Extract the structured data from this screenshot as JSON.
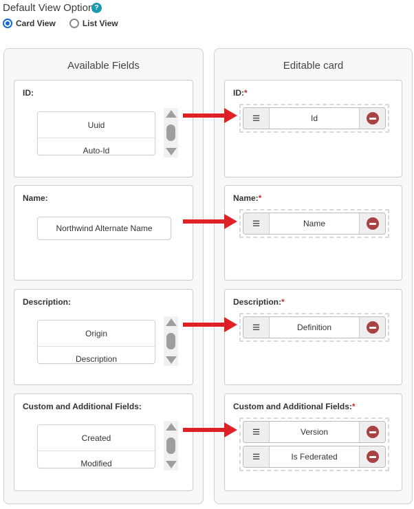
{
  "header": {
    "title": "Default View Option",
    "help_icon_glyph": "?",
    "radio_options": [
      {
        "label": "Card View",
        "selected": true
      },
      {
        "label": "List View",
        "selected": false
      }
    ]
  },
  "available_fields": {
    "title": "Available Fields",
    "sections": [
      {
        "label": "ID:",
        "items": [
          "Uuid",
          "Auto-Id"
        ],
        "has_scrollbar": true
      },
      {
        "label": "Name:",
        "items": [
          "Northwind Alternate Name"
        ],
        "has_scrollbar": false
      },
      {
        "label": "Description:",
        "items": [
          "Origin",
          "Description"
        ],
        "has_scrollbar": true
      },
      {
        "label": "Custom and Additional Fields:",
        "items": [
          "Created",
          "Modified"
        ],
        "has_scrollbar": true
      }
    ]
  },
  "editable_card": {
    "title": "Editable card",
    "required_marker": "*",
    "drag_handle_glyph": "≡",
    "sections": [
      {
        "label": "ID:",
        "items": [
          "Id"
        ]
      },
      {
        "label": "Name:",
        "items": [
          "Name"
        ]
      },
      {
        "label": "Description:",
        "items": [
          "Definition"
        ]
      },
      {
        "label": "Custom and Additional Fields:",
        "items": [
          "Version",
          "Is Federated"
        ]
      }
    ]
  },
  "colors": {
    "arrow_red": "#de2127",
    "remove_red": "#a94343",
    "help_teal": "#1a9aae",
    "radio_blue": "#1767d2",
    "required_red": "#cc2a2a",
    "panel_bg": "#f8f8f8",
    "panel_border": "#cfcfcf"
  }
}
